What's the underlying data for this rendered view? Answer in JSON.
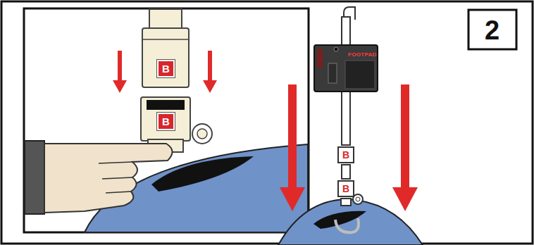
{
  "diagram": {
    "labels": [
      "2",
      "B",
      "B",
      "B",
      "B",
      "FOOTPAD"
    ]
  }
}
